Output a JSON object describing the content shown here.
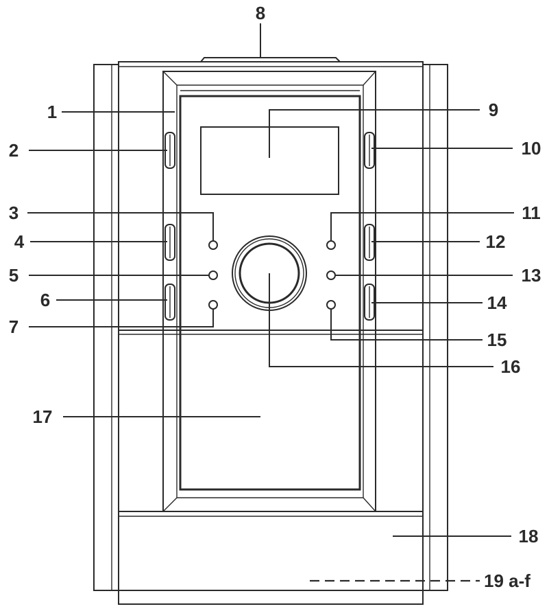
{
  "callouts": [
    {
      "id": "1",
      "label": "1"
    },
    {
      "id": "2",
      "label": "2"
    },
    {
      "id": "3",
      "label": "3"
    },
    {
      "id": "4",
      "label": "4"
    },
    {
      "id": "5",
      "label": "5"
    },
    {
      "id": "6",
      "label": "6"
    },
    {
      "id": "7",
      "label": "7"
    },
    {
      "id": "8",
      "label": "8"
    },
    {
      "id": "9",
      "label": "9"
    },
    {
      "id": "10",
      "label": "10"
    },
    {
      "id": "11",
      "label": "11"
    },
    {
      "id": "12",
      "label": "12"
    },
    {
      "id": "13",
      "label": "13"
    },
    {
      "id": "14",
      "label": "14"
    },
    {
      "id": "15",
      "label": "15"
    },
    {
      "id": "16",
      "label": "16"
    },
    {
      "id": "17",
      "label": "17"
    },
    {
      "id": "18",
      "label": "18"
    },
    {
      "id": "19",
      "label": "19 a-f"
    }
  ],
  "colors": {
    "line": "#2a2a2a",
    "background": "#ffffff"
  }
}
